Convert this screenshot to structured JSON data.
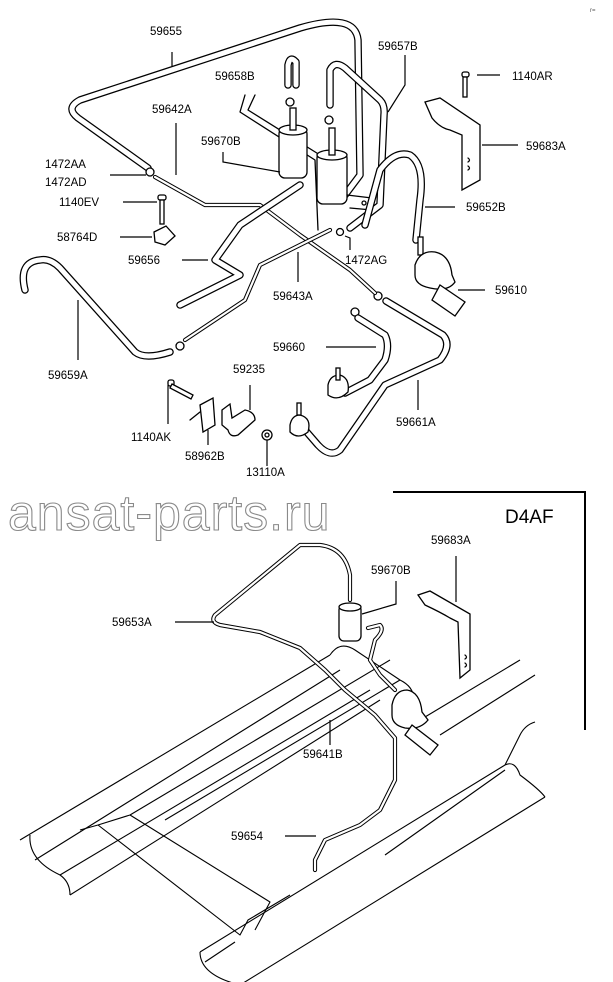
{
  "diagram": {
    "corner_mark": "r=",
    "watermark": "ansat-parts.ru",
    "variant_label": "D4AF",
    "upper_labels": {
      "p59655": "59655",
      "p59657B": "59657B",
      "p59658B": "59658B",
      "p1140AR": "1140AR",
      "p59642A": "59642A",
      "p59670B": "59670B",
      "p59683A": "59683A",
      "p1472AA": "1472AA",
      "p1472AD": "1472AD",
      "p1140EV": "1140EV",
      "p59652B": "59652B",
      "p58764D": "58764D",
      "p59656": "59656",
      "p1472AG": "1472AG",
      "p59643A": "59643A",
      "p59610": "59610",
      "p59659A": "59659A",
      "p59660": "59660",
      "p59235": "59235",
      "p1140AK": "1140AK",
      "p59661A": "59661A",
      "p58962B": "58962B",
      "p13110A": "13110A"
    },
    "lower_labels": {
      "p59683A": "59683A",
      "p59670B": "59670B",
      "p59653A": "59653A",
      "p59641B": "59641B",
      "p59654": "59654"
    }
  }
}
